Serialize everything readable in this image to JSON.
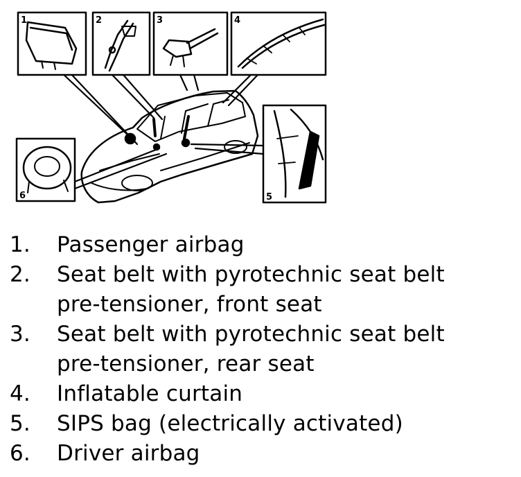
{
  "diagram": {
    "panels": [
      {
        "number": "1"
      },
      {
        "number": "2"
      },
      {
        "number": "3"
      },
      {
        "number": "4"
      },
      {
        "number": "5"
      },
      {
        "number": "6"
      }
    ]
  },
  "legend": {
    "items": [
      {
        "number": "1.",
        "lines": [
          "Passenger airbag"
        ]
      },
      {
        "number": "2.",
        "lines": [
          "Seat belt with pyrotechnic seat belt",
          "pre-tensioner, front seat"
        ]
      },
      {
        "number": "3.",
        "lines": [
          "Seat belt with pyrotechnic seat belt",
          "pre-tensioner, rear seat"
        ]
      },
      {
        "number": "4.",
        "lines": [
          "Inflatable curtain"
        ]
      },
      {
        "number": "5.",
        "lines": [
          "SIPS bag (electrically activated)"
        ]
      },
      {
        "number": "6.",
        "lines": [
          "Driver airbag"
        ]
      }
    ]
  }
}
